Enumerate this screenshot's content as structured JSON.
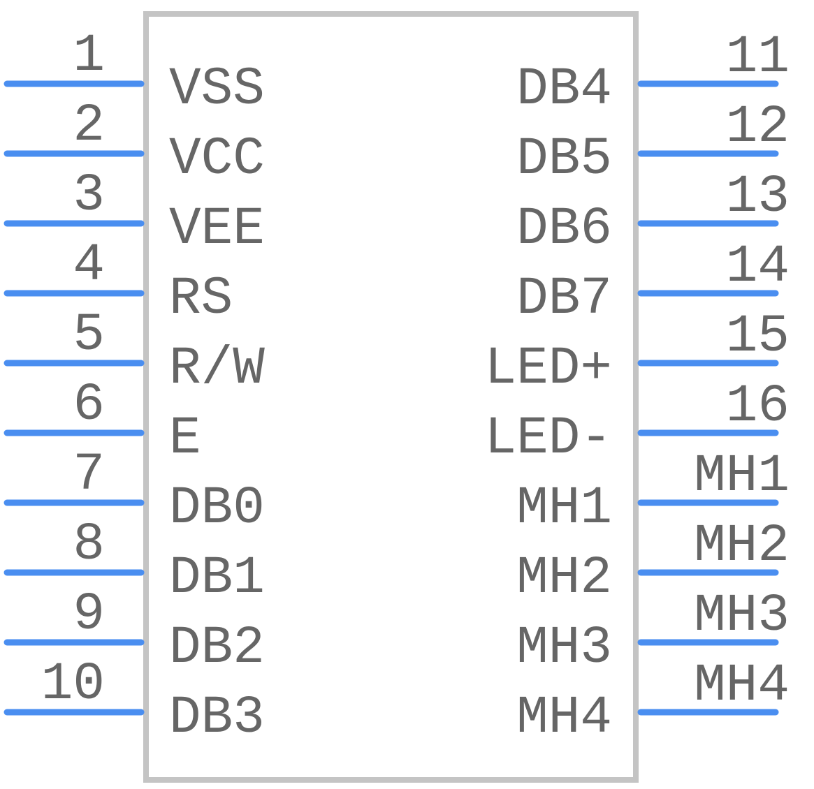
{
  "colors": {
    "pin": "#4a8ef0",
    "body_stroke": "#c4c4c4",
    "text": "#666666"
  },
  "left_pins": [
    {
      "number": "1",
      "name": "VSS"
    },
    {
      "number": "2",
      "name": "VCC"
    },
    {
      "number": "3",
      "name": "VEE"
    },
    {
      "number": "4",
      "name": "RS"
    },
    {
      "number": "5",
      "name": "R/W"
    },
    {
      "number": "6",
      "name": "E"
    },
    {
      "number": "7",
      "name": "DB0"
    },
    {
      "number": "8",
      "name": "DB1"
    },
    {
      "number": "9",
      "name": "DB2"
    },
    {
      "number": "10",
      "name": "DB3"
    }
  ],
  "right_pins": [
    {
      "number": "11",
      "name": "DB4"
    },
    {
      "number": "12",
      "name": "DB5"
    },
    {
      "number": "13",
      "name": "DB6"
    },
    {
      "number": "14",
      "name": "DB7"
    },
    {
      "number": "15",
      "name": "LED+"
    },
    {
      "number": "16",
      "name": "LED-"
    },
    {
      "number": "MH1",
      "name": "MH1"
    },
    {
      "number": "MH2",
      "name": "MH2"
    },
    {
      "number": "MH3",
      "name": "MH3"
    },
    {
      "number": "MH4",
      "name": "MH4"
    }
  ]
}
